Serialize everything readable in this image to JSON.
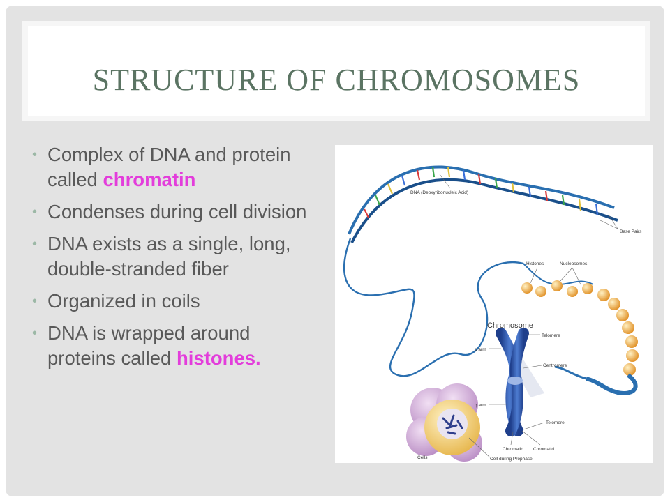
{
  "slide": {
    "title": "Structure of Chromosomes",
    "bullets": [
      {
        "text": "Complex of DNA and protein called ",
        "highlight": "chromatin"
      },
      {
        "text": "Condenses during cell division",
        "highlight": ""
      },
      {
        "text": "DNA exists as a single, long, double-stranded fiber",
        "highlight": ""
      },
      {
        "text": "Organized in coils",
        "highlight": ""
      },
      {
        "text": "DNA is wrapped around proteins called ",
        "highlight": "histones."
      }
    ]
  },
  "figure": {
    "labels": {
      "dna": "DNA (Deoxyribonucleic Acid)",
      "base_pairs": "Base Pairs",
      "histones": "Histones",
      "nucleosomes": "Nucleosomes",
      "chromosome": "Chromosome",
      "telomere_top": "Telomere",
      "centromere": "Centromere",
      "p_arm": "p arm",
      "q_arm": "q arm",
      "telomere_bottom": "Telomere",
      "chromatid_left": "Chromatid",
      "chromatid_right": "Chromatid",
      "cell_prophase": "Cell during Prophase",
      "cells": "Cells"
    },
    "colors": {
      "highlight": "#e33ddb",
      "title": "#5b7463",
      "dna_strand": "#2a6fb0",
      "chromosome": "#2f57a8",
      "cell": "#c9a2d0",
      "nucleosome": "#e9a43b"
    }
  }
}
